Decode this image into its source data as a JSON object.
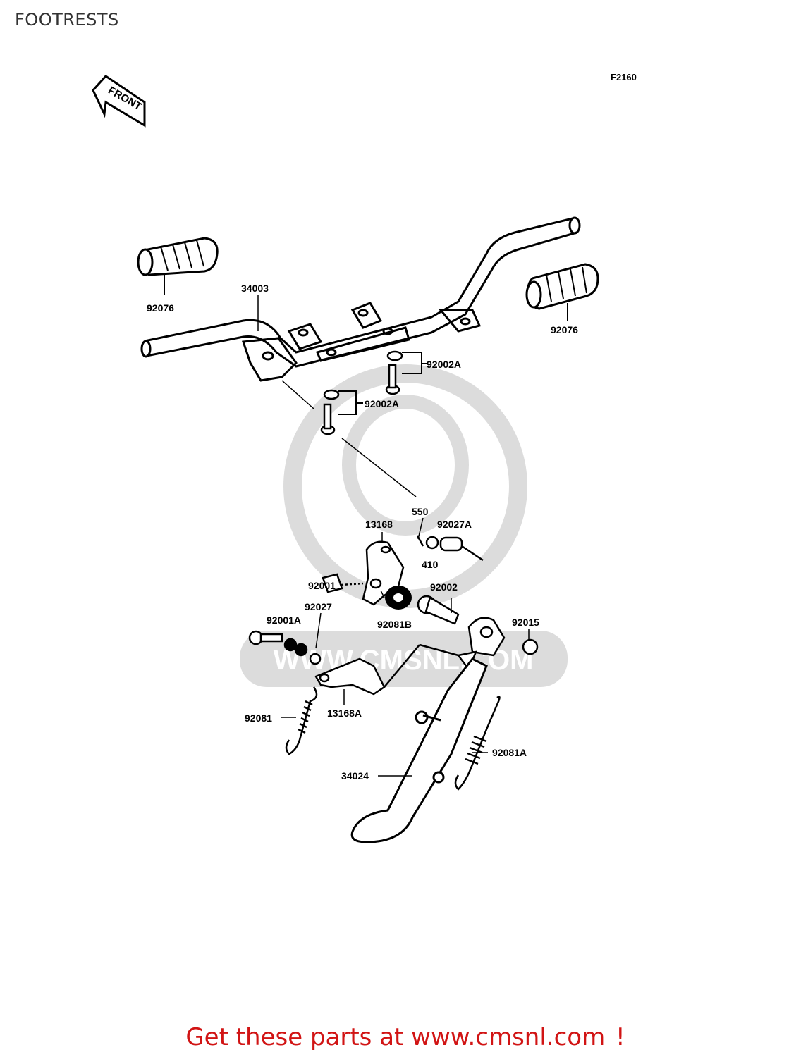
{
  "page": {
    "title": "FOOTRESTS"
  },
  "diagram": {
    "code": "F2160",
    "front_arrow": "FRONT",
    "watermark": "WWW.CMSNL.COM",
    "parts": [
      {
        "id": "p-92076-left",
        "label": "92076"
      },
      {
        "id": "p-34003",
        "label": "34003"
      },
      {
        "id": "p-92076-right",
        "label": "92076"
      },
      {
        "id": "p-92002a-1",
        "label": "92002A"
      },
      {
        "id": "p-92002a-2",
        "label": "92002A"
      },
      {
        "id": "p-550",
        "label": "550"
      },
      {
        "id": "p-13168",
        "label": "13168"
      },
      {
        "id": "p-92027a",
        "label": "92027A"
      },
      {
        "id": "p-410",
        "label": "410"
      },
      {
        "id": "p-92001",
        "label": "92001"
      },
      {
        "id": "p-92002",
        "label": "92002"
      },
      {
        "id": "p-92027",
        "label": "92027"
      },
      {
        "id": "p-92081b",
        "label": "92081B"
      },
      {
        "id": "p-92015",
        "label": "92015"
      },
      {
        "id": "p-92001a",
        "label": "92001A"
      },
      {
        "id": "p-92081",
        "label": "92081"
      },
      {
        "id": "p-13168a",
        "label": "13168A"
      },
      {
        "id": "p-92081a",
        "label": "92081A"
      },
      {
        "id": "p-34024",
        "label": "34024"
      }
    ]
  },
  "footer": {
    "cta_text": "Get these parts at www.cmsnl.com",
    "cta_mark": "!"
  },
  "colors": {
    "cta": "#d11414",
    "line": "#000000",
    "watermark": "#dcdcdc"
  }
}
